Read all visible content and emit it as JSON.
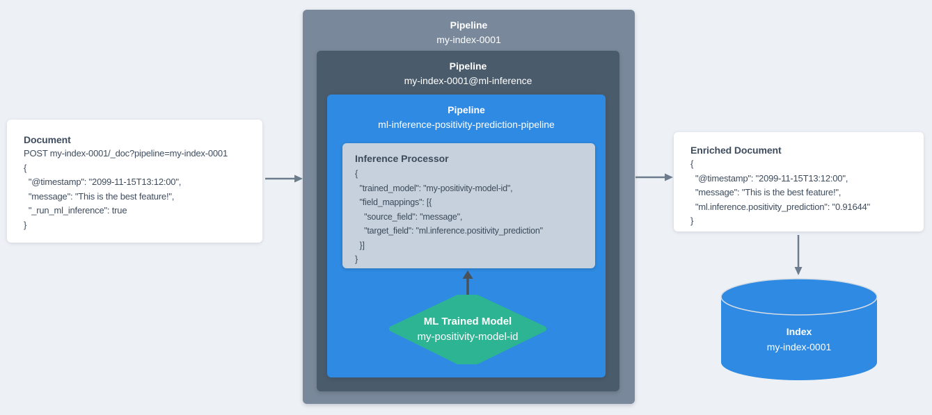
{
  "palette": {
    "background": "#edf1f6",
    "outer_pipeline_box": "#79889a",
    "inner_pipeline_box": "#4a5b6b",
    "blue_pipeline_box": "#2e8ae2",
    "processor_box": "#c7d1dd",
    "hexagon": "#2db493",
    "cylinder": "#2e8ae2",
    "card_background": "#ffffff",
    "dark_text": "#3e4c5e",
    "arrow": "#6d7c8c",
    "arrow_dark": "#4a5158"
  },
  "document_card": {
    "title": "Document",
    "lines": [
      "POST my-index-0001/_doc?pipeline=my-index-0001",
      "{",
      "  \"@timestamp\": \"2099-11-15T13:12:00\",",
      "  \"message\": \"This is the best feature!\",",
      "  \"_run_ml_inference\": true",
      "}"
    ]
  },
  "outer_pipeline": {
    "title": "Pipeline",
    "name": "my-index-0001"
  },
  "inner_pipeline": {
    "title": "Pipeline",
    "name": "my-index-0001@ml-inference"
  },
  "ml_pipeline": {
    "title": "Pipeline",
    "name": "ml-inference-positivity-prediction-pipeline"
  },
  "inference_processor": {
    "title": "Inference Processor",
    "lines": [
      "{",
      "  \"trained_model\": \"my-positivity-model-id\",",
      "  \"field_mappings\": [{",
      "    \"source_field\": \"message\",",
      "    \"target_field\": \"ml.inference.positivity_prediction\"",
      "  }]",
      "}"
    ]
  },
  "trained_model": {
    "title": "ML Trained Model",
    "name": "my-positivity-model-id"
  },
  "enriched_card": {
    "title": "Enriched Document",
    "lines": [
      "{",
      "  \"@timestamp\": \"2099-11-15T13:12:00\",",
      "  \"message\": \"This is the best feature!\",",
      "  \"ml.inference.positivity_prediction\": \"0.91644\"",
      "}"
    ]
  },
  "index_cylinder": {
    "title": "Index",
    "name": "my-index-0001"
  }
}
